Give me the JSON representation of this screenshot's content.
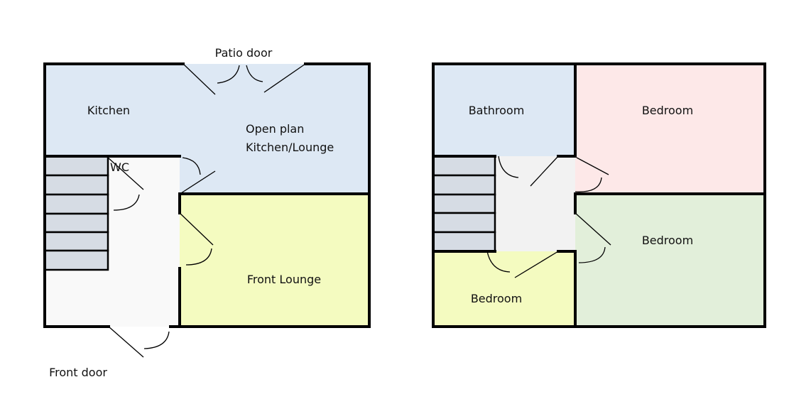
{
  "ground_floor": {
    "labels": {
      "patio_door": "Patio door",
      "kitchen": "Kitchen",
      "open_plan_line1": "Open plan",
      "open_plan_line2": "Kitchen/Lounge",
      "wc": "WC",
      "front_lounge": "Front Lounge",
      "front_door": "Front door"
    }
  },
  "first_floor": {
    "labels": {
      "bathroom": "Bathroom",
      "bedroom_rear": "Bedroom",
      "bedroom_front_large": "Bedroom",
      "bedroom_small": "Bedroom"
    }
  },
  "colors": {
    "kitchen": "#dde8f4",
    "lounge": "#f4fbc0",
    "hall_ground": "#f9f9f9",
    "hall_first": "#f2f2f2",
    "stairs": "#d6dce4",
    "bedroom_pink": "#fde8e8",
    "bedroom_green": "#e2efda"
  }
}
